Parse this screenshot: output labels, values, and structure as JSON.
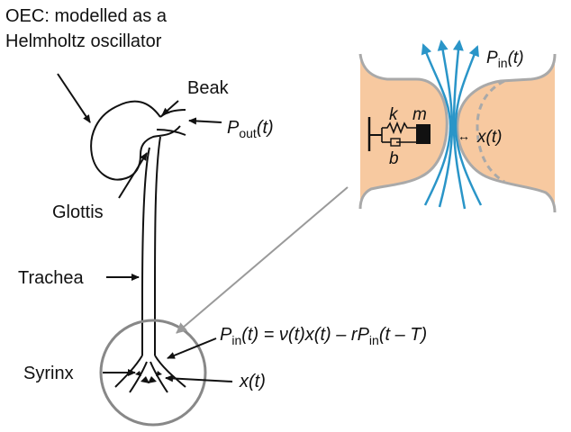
{
  "labels": {
    "oec_line1": "OEC: modelled as a",
    "oec_line2": "Helmholtz oscillator",
    "beak": "Beak",
    "pout_p": "P",
    "pout_sub": "out",
    "pout_t": "(t)",
    "glottis": "Glottis",
    "trachea": "Trachea",
    "syrinx": "Syrinx",
    "xt": "x(t)",
    "eq_p": "P",
    "eq_sub": "in",
    "eq_mid": "(t) = ν(t)x(t) – rP",
    "eq_sub2": "in",
    "eq_end": "(t – T)"
  },
  "inset": {
    "pin_p": "P",
    "pin_sub": "in",
    "pin_t": "(t)",
    "k": "k",
    "m": "m",
    "b": "b",
    "xt": "x(t)",
    "arrow_glyph": "↔"
  },
  "colors": {
    "tissue": "#f7c9a0",
    "wall": "#a9a9a9",
    "flow": "#2a95c8",
    "line": "#111111",
    "connector": "#9a9a9a"
  }
}
